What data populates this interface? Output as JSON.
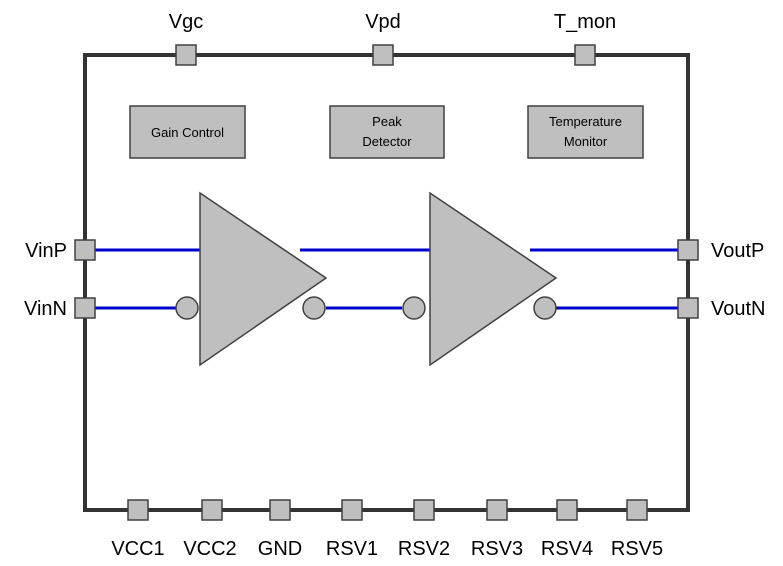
{
  "pins": {
    "top": [
      "Vgc",
      "Vpd",
      "T_mon"
    ],
    "left": [
      "VinP",
      "VinN"
    ],
    "right": [
      "VoutP",
      "VoutN"
    ],
    "bottom": [
      "VCC1",
      "VCC2",
      "GND",
      "RSV1",
      "RSV2",
      "RSV3",
      "RSV4",
      "RSV5"
    ]
  },
  "blocks": {
    "gain_control": [
      "Gain Control"
    ],
    "peak_detector": [
      "Peak",
      "Detector"
    ],
    "temperature_monitor": [
      "Temperature",
      "Monitor"
    ]
  },
  "colors": {
    "signal_line": "#0000cc",
    "outline": "#333333",
    "fill_gray": "#bfbfbf"
  }
}
